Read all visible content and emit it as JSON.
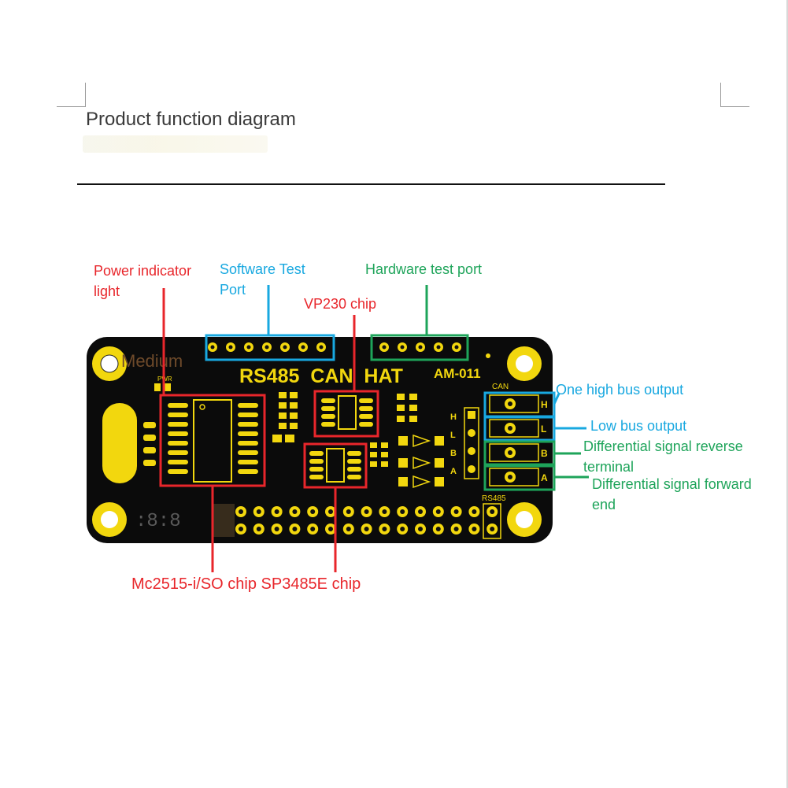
{
  "page": {
    "title": "Product function diagram"
  },
  "board": {
    "name": "RS485  CAN  HAT",
    "model": "AM-011",
    "silk_can": "CAN",
    "silk_rs485": "RS485",
    "silk_pwr": "PWR",
    "silk_letters": [
      "H",
      "L",
      "B",
      "A"
    ],
    "overlay_medium": "Medium",
    "overlay_888": ":8:8"
  },
  "labels": {
    "power_indicator": "Power indicator\nlight",
    "software_test_port": "Software Test\nPort",
    "hardware_test_port": "Hardware test port",
    "vp230_chip": "VP230 chip",
    "one_high_bus_output": "One high bus output",
    "low_bus_output": "Low bus output",
    "diff_reverse": "Differential signal reverse\nterminal",
    "diff_forward": "Differential signal forward\nend",
    "bottom_chips": "Mc2515-i/SO chip SP3485E chip"
  },
  "colors": {
    "red": "#e8262b",
    "blue": "#18a8e0",
    "green": "#1ea45a",
    "board": "#0b0b0b",
    "silk": "#f2d70e"
  }
}
